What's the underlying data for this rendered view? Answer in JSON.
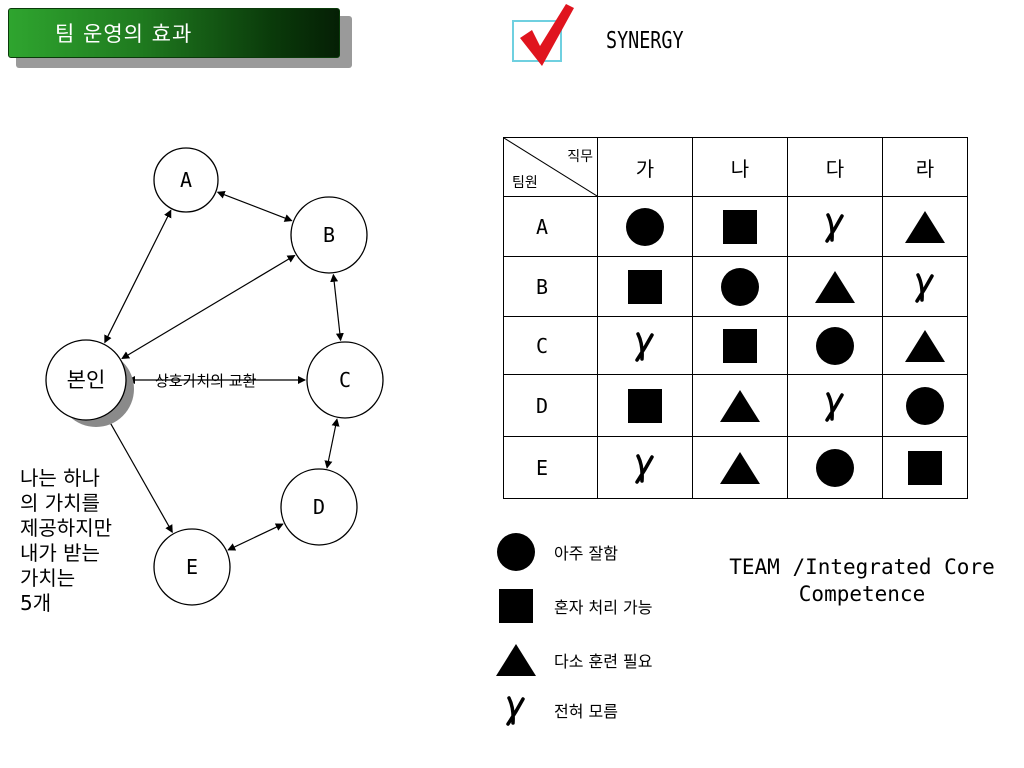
{
  "header": {
    "title": "팀 운영의 효과",
    "synergy": "SYNERGY"
  },
  "diagram": {
    "nodes": [
      {
        "id": "A",
        "label": "A"
      },
      {
        "id": "B",
        "label": "B"
      },
      {
        "id": "self",
        "label": "본인"
      },
      {
        "id": "C",
        "label": "C"
      },
      {
        "id": "D",
        "label": "D"
      },
      {
        "id": "E",
        "label": "E"
      }
    ],
    "edges": [
      [
        "A",
        "B"
      ],
      [
        "A",
        "self"
      ],
      [
        "B",
        "self"
      ],
      [
        "B",
        "C"
      ],
      [
        "self",
        "C"
      ],
      [
        "C",
        "D"
      ],
      [
        "D",
        "E"
      ],
      [
        "self",
        "E"
      ]
    ],
    "exchange_label": "상호가치의 교환",
    "side_text": [
      "나는 하나",
      "의 가치를",
      "제공하지만",
      "내가 받는",
      "가치는",
      "5개"
    ]
  },
  "matrix": {
    "corner_top": "직무",
    "corner_bottom": "팀원",
    "columns": [
      "가",
      "나",
      "다",
      "라"
    ],
    "rows": [
      {
        "label": "A",
        "cells": [
          "circle",
          "square",
          "x",
          "triangle"
        ]
      },
      {
        "label": "B",
        "cells": [
          "square",
          "circle",
          "triangle",
          "x"
        ]
      },
      {
        "label": "C",
        "cells": [
          "x",
          "square",
          "circle",
          "triangle"
        ]
      },
      {
        "label": "D",
        "cells": [
          "square",
          "triangle",
          "x",
          "circle"
        ]
      },
      {
        "label": "E",
        "cells": [
          "x",
          "triangle",
          "circle",
          "square"
        ]
      }
    ]
  },
  "legend": [
    {
      "symbol": "circle",
      "label": "아주 잘함"
    },
    {
      "symbol": "square",
      "label": "혼자 처리 가능"
    },
    {
      "symbol": "triangle",
      "label": "다소 훈련 필요"
    },
    {
      "symbol": "x",
      "label": "전혀 모름"
    }
  ],
  "caption": {
    "line1": "TEAM /Integrated Core",
    "line2": "Competence"
  },
  "colors": {
    "title_green": "#1f7a1f",
    "check_red": "#e0141e",
    "checkbox_border": "#6fd0e0"
  }
}
